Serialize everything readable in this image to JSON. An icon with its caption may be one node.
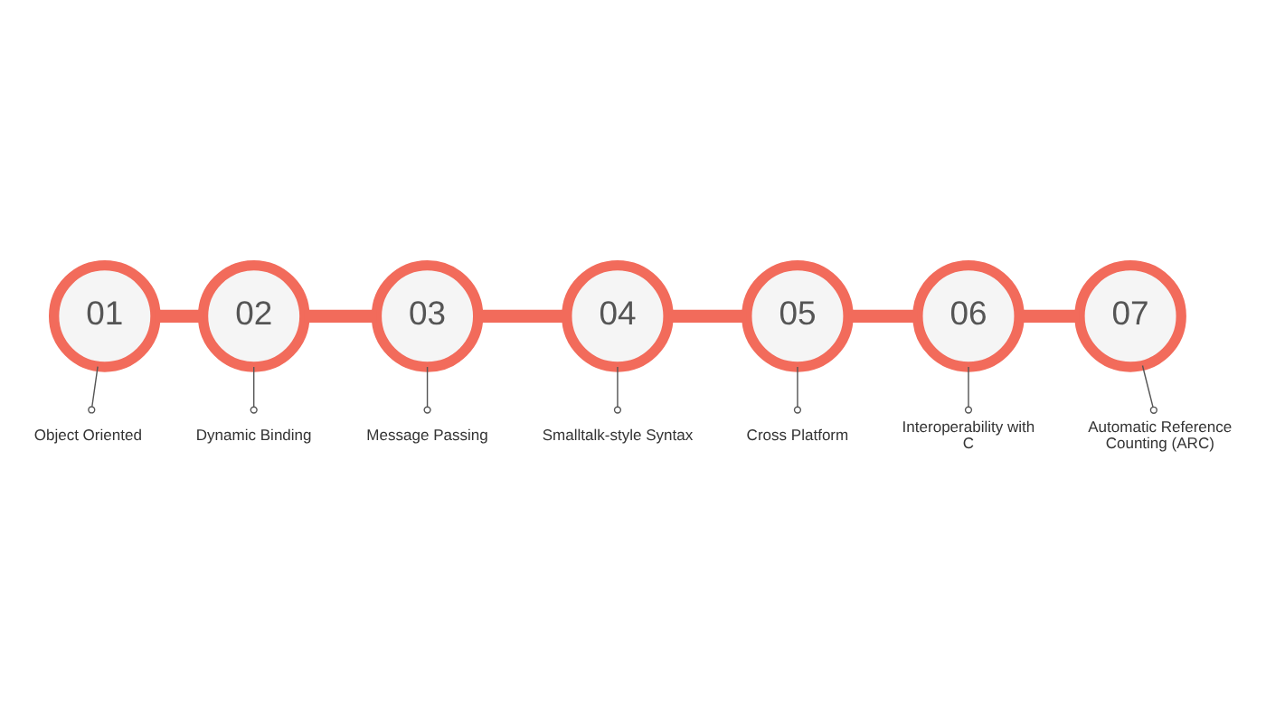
{
  "diagram": {
    "nodes": [
      {
        "text": [
          "01"
        ]
      },
      {
        "text": [
          "Object Oriented"
        ]
      },
      {
        "text": [
          "02"
        ]
      },
      {
        "text": [
          "Dynamic Binding"
        ]
      },
      {
        "text": [
          "03"
        ]
      },
      {
        "text": [
          "Message Passing"
        ]
      },
      {
        "text": [
          "04"
        ]
      },
      {
        "text": [
          "Smalltalk-style Syntax"
        ]
      },
      {
        "text": [
          "05"
        ]
      },
      {
        "text": [
          "Cross Platform"
        ]
      },
      {
        "text": [
          "06"
        ]
      },
      {
        "text": [
          "Interoperability with C"
        ]
      },
      {
        "text": [
          "07"
        ]
      },
      {
        "text": [
          "Automatic Reference Counting (ARC)"
        ]
      }
    ],
    "edges": [
      {
        "from": 0,
        "to": 2,
        "arrow": "none",
        "style": "thick",
        "color": "#f26b5b"
      },
      {
        "from": 2,
        "to": 4,
        "arrow": "none",
        "style": "thick",
        "color": "#f26b5b"
      },
      {
        "from": 4,
        "to": 6,
        "arrow": "none",
        "style": "thick",
        "color": "#f26b5b"
      },
      {
        "from": 6,
        "to": 8,
        "arrow": "none",
        "style": "thick",
        "color": "#f26b5b"
      },
      {
        "from": 8,
        "to": 10,
        "arrow": "none",
        "style": "thick",
        "color": "#f26b5b"
      },
      {
        "from": 10,
        "to": 12,
        "arrow": "none",
        "style": "thick",
        "color": "#f26b5b"
      },
      {
        "from": 1,
        "to": 0,
        "arrow": "other"
      },
      {
        "from": 3,
        "to": 2,
        "arrow": "other"
      },
      {
        "from": 5,
        "to": 4,
        "arrow": "other"
      },
      {
        "from": 7,
        "to": 6,
        "arrow": "other"
      },
      {
        "from": 9,
        "to": 8,
        "arrow": "other"
      },
      {
        "from": 11,
        "to": 10,
        "arrow": "other"
      },
      {
        "from": 13,
        "to": 12,
        "arrow": "other"
      }
    ]
  }
}
